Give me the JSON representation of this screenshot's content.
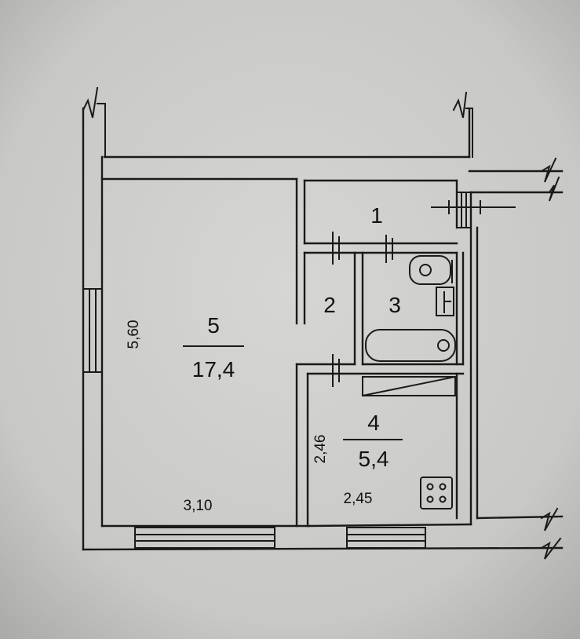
{
  "rooms": {
    "r1": {
      "number": "1"
    },
    "r2": {
      "number": "2"
    },
    "r3": {
      "number": "3"
    },
    "r4": {
      "number": "4",
      "area": "5,4"
    },
    "r5": {
      "number": "5",
      "area": "17,4"
    }
  },
  "dimensions": {
    "living_height": "5,60",
    "living_width": "3,10",
    "kitchen_height": "2,46",
    "kitchen_width": "2,45"
  },
  "icons": [
    "sink-icon",
    "toilet-icon",
    "bathtub-icon",
    "stove-icon",
    "window-icon",
    "door-icon",
    "break-line-icon"
  ]
}
